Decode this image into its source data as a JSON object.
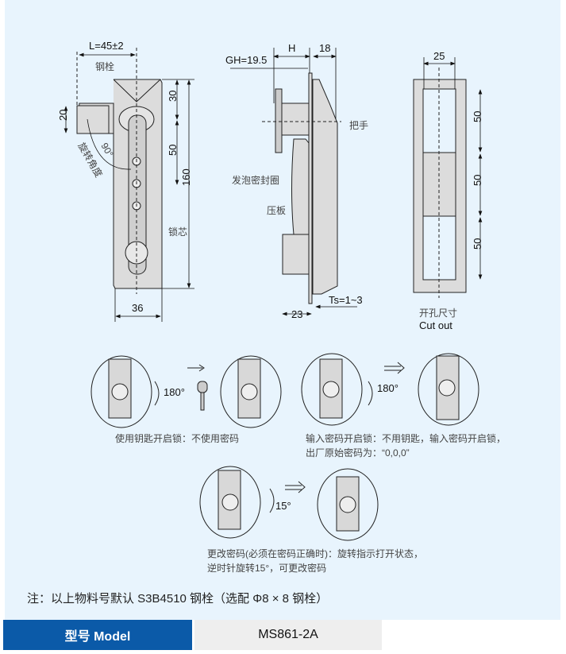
{
  "front_view": {
    "dim_L": "L=45±2",
    "dim_20": "20",
    "dim_30": "30",
    "dim_50": "50",
    "dim_160": "160",
    "dim_36": "36",
    "angle": "90°",
    "label_bolt": "钢栓",
    "label_rotation": "旋转角度",
    "label_core": "锁芯"
  },
  "side_view": {
    "dim_GH": "GH=19.5",
    "dim_H": "H",
    "dim_18": "18",
    "dim_23": "23",
    "dim_Ts": "Ts=1~3",
    "label_handle": "把手",
    "label_seal": "发泡密封圈",
    "label_plate": "压板"
  },
  "cutout_view": {
    "dim_25": "25",
    "dim_50a": "50",
    "dim_50b": "50",
    "dim_50c": "50",
    "caption_cn": "开孔尺寸",
    "caption_en": "Cut out"
  },
  "operation": {
    "angle_180a": "180°",
    "angle_180b": "180°",
    "angle_15": "15°",
    "caption_key": "使用钥匙开启锁：不使用密码",
    "caption_code_line1": "输入密码开启锁：不用钥匙，输入密码开启锁，",
    "caption_code_line2": "出厂原始密码为：“0,0,0”",
    "caption_change_line1": "更改密码(必须在密码正确时)：旋转指示打开状态，",
    "caption_change_line2": "逆时针旋转15°，可更改密码"
  },
  "note": "注：以上物料号默认 S3B4510 钢栓（选配 Φ8 × 8 钢栓）",
  "model": {
    "label": "型号 Model",
    "value": "MS861-2A"
  },
  "colors": {
    "panel_bg": "#e8f4fd",
    "model_blue": "#0b5aa8",
    "part_gray": "#dcdcdc"
  }
}
